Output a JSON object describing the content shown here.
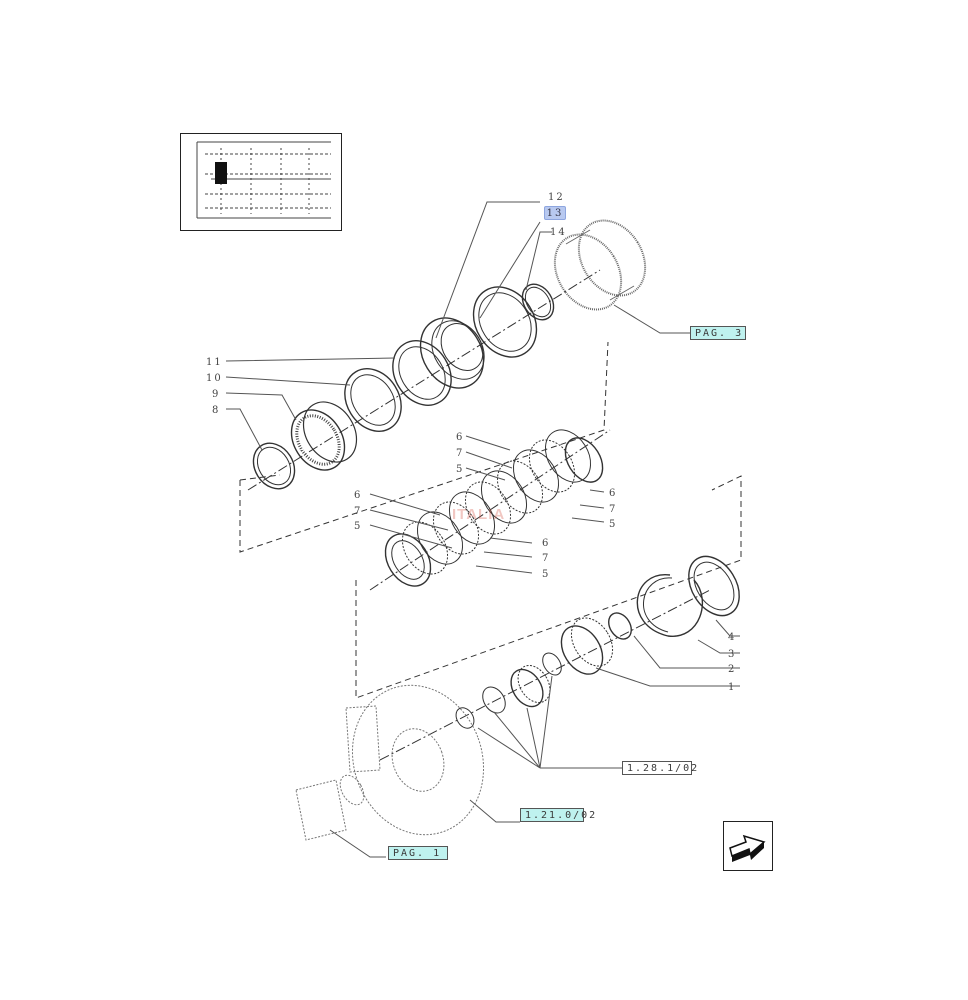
{
  "diagram": {
    "callouts": {
      "n12": "12",
      "n13": "13",
      "n14": "14",
      "n11": "11",
      "n10": "10",
      "n9": "9",
      "n8": "8",
      "a6": "6",
      "a7": "7",
      "a5": "5",
      "b6": "6",
      "b7": "7",
      "b5": "5",
      "c6": "6",
      "c7": "7",
      "c5": "5",
      "d6": "6",
      "d7": "7",
      "d5": "5",
      "n4": "4",
      "n3": "3",
      "n2": "2",
      "n1": "1"
    },
    "references": {
      "pag3": "PAG. 3",
      "sec_1_28": "1.28.1/02",
      "sec_1_21": "1.21.0/02",
      "pag1": "PAG. 1"
    },
    "selected_callout": "13",
    "watermark": "ITALIA",
    "colors": {
      "ref_highlight": "#bff2ef",
      "selected": "#b8c9f0",
      "line": "#333333"
    },
    "icons": {
      "navigation": "page-forward-arrow-icon",
      "thumbnail": "gearbox-location-thumbnail"
    }
  }
}
